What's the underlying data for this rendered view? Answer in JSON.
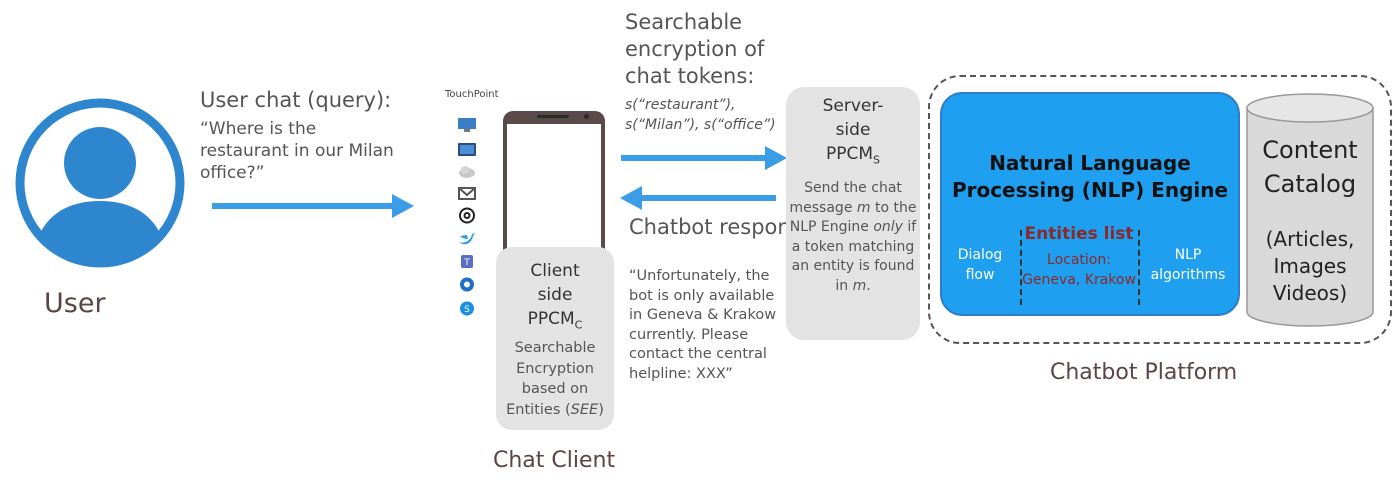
{
  "user": {
    "label": "User"
  },
  "user_chat": {
    "title": "User chat (query):",
    "body": "“Where is the restaurant in our Milan office?”"
  },
  "touchpoint": {
    "label": "TouchPoint",
    "icons": [
      "monitor-icon",
      "tablet-icon",
      "cloud-icon",
      "gmail-icon",
      "at-sign-icon",
      "twitter-icon",
      "teams-icon",
      "outlook-icon",
      "skype-icon"
    ]
  },
  "client": {
    "title_line1": "Client",
    "title_line2": "side",
    "title_line3": "PPCM",
    "title_sub": "C",
    "desc_pre": "Searchable Encryption based on Entities (",
    "desc_em": "SEE",
    "desc_post": ")"
  },
  "chat_client_label": "Chat Client",
  "search_enc": {
    "title": "Searchable encryption of chat tokens:",
    "tokens": "s(“restaurant”), s(“Milan”), s(“office”)"
  },
  "response": {
    "title": "Chatbot response:",
    "body": "“Unfortunately, the bot is only available in Geneva & Krakow currently. Please contact the central helpline: XXX”"
  },
  "server": {
    "title_line1": "Server-",
    "title_line2": "side",
    "title_line3": "PPCM",
    "title_sub": "S",
    "desc_1": "Send the chat message ",
    "desc_m": "m",
    "desc_2": " to the NLP Engine ",
    "desc_only": "only",
    "desc_3": " if a token matching an entity is found in ",
    "desc_m2": "m",
    "desc_4": "."
  },
  "nlp": {
    "title": "Natural Language Processing (NLP) Engine",
    "dialog_flow": "Dialog flow",
    "entities_title": "Entities list",
    "entities_body": "Location: Geneva, Krakow",
    "algorithms": "NLP algorithms"
  },
  "catalog": {
    "title": "Content Catalog",
    "body": "(Articles, Images Videos)"
  },
  "platform_label": "Chatbot Platform",
  "colors": {
    "accent_blue": "#1e9ff0",
    "arrow_blue": "#3a9de6",
    "entity_red": "#8b2a2a",
    "box_gray": "#e3e3e3"
  }
}
